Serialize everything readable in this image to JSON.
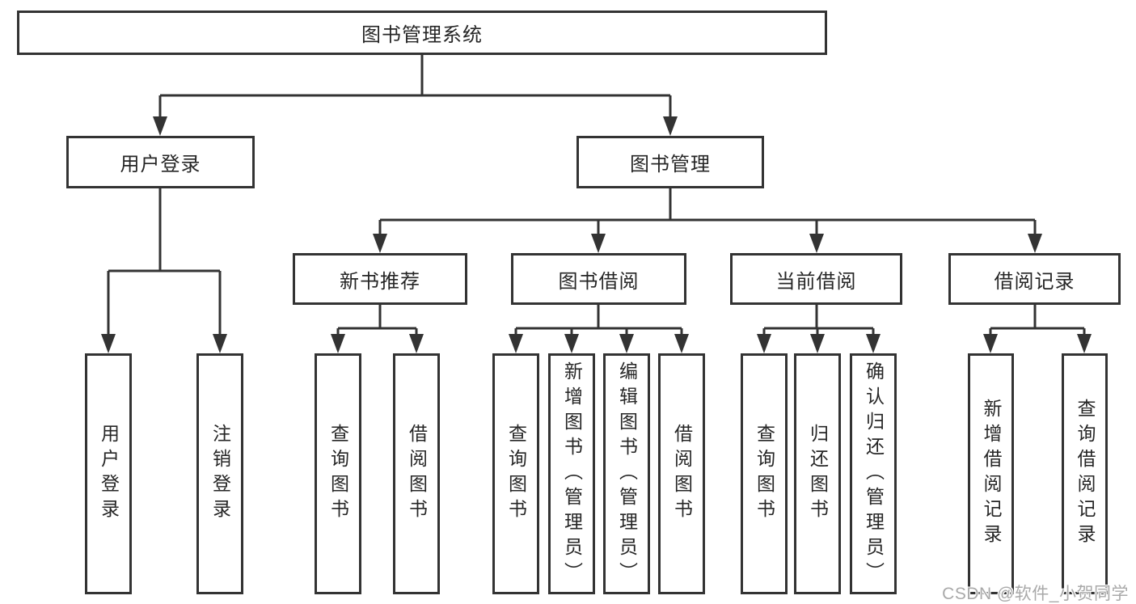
{
  "diagram": {
    "type": "hierarchy-tree",
    "nodes": {
      "root": "图书管理系统",
      "user_login": "用户登录",
      "book_management": "图书管理",
      "new_book_recommend": "新书推荐",
      "book_borrow": "图书借阅",
      "current_borrow": "当前借阅",
      "borrow_records": "借阅记录"
    },
    "leaves": {
      "login_user_login": "用户登录",
      "login_logout": "注销登录",
      "recommend_query_book": "查询图书",
      "recommend_borrow_book": "借阅图书",
      "borrow_query_book": "查询图书",
      "borrow_add_book": "新增图书（管理员）",
      "borrow_edit_book": "编辑图书（管理员）",
      "borrow_borrow_book": "借阅图书",
      "current_query_book": "查询图书",
      "current_return_book": "归还图书",
      "current_confirm_return": "确认归还（管理员）",
      "records_add_record": "新增借阅记录",
      "records_query_record": "查询借阅记录"
    },
    "edges": [
      [
        "root",
        "user_login"
      ],
      [
        "root",
        "book_management"
      ],
      [
        "user_login",
        "login_user_login"
      ],
      [
        "user_login",
        "login_logout"
      ],
      [
        "book_management",
        "new_book_recommend"
      ],
      [
        "book_management",
        "book_borrow"
      ],
      [
        "book_management",
        "current_borrow"
      ],
      [
        "book_management",
        "borrow_records"
      ],
      [
        "new_book_recommend",
        "recommend_query_book"
      ],
      [
        "new_book_recommend",
        "recommend_borrow_book"
      ],
      [
        "book_borrow",
        "borrow_query_book"
      ],
      [
        "book_borrow",
        "borrow_add_book"
      ],
      [
        "book_borrow",
        "borrow_edit_book"
      ],
      [
        "book_borrow",
        "borrow_borrow_book"
      ],
      [
        "current_borrow",
        "current_query_book"
      ],
      [
        "current_borrow",
        "current_return_book"
      ],
      [
        "current_borrow",
        "current_confirm_return"
      ],
      [
        "borrow_records",
        "records_add_record"
      ],
      [
        "borrow_records",
        "records_query_record"
      ]
    ],
    "colors": {
      "line": "#333333",
      "border": "#333333",
      "text": "#262626",
      "background": "#ffffff",
      "watermark": "#a9a9a9"
    }
  },
  "watermark": "CSDN @软件_小贺同学"
}
